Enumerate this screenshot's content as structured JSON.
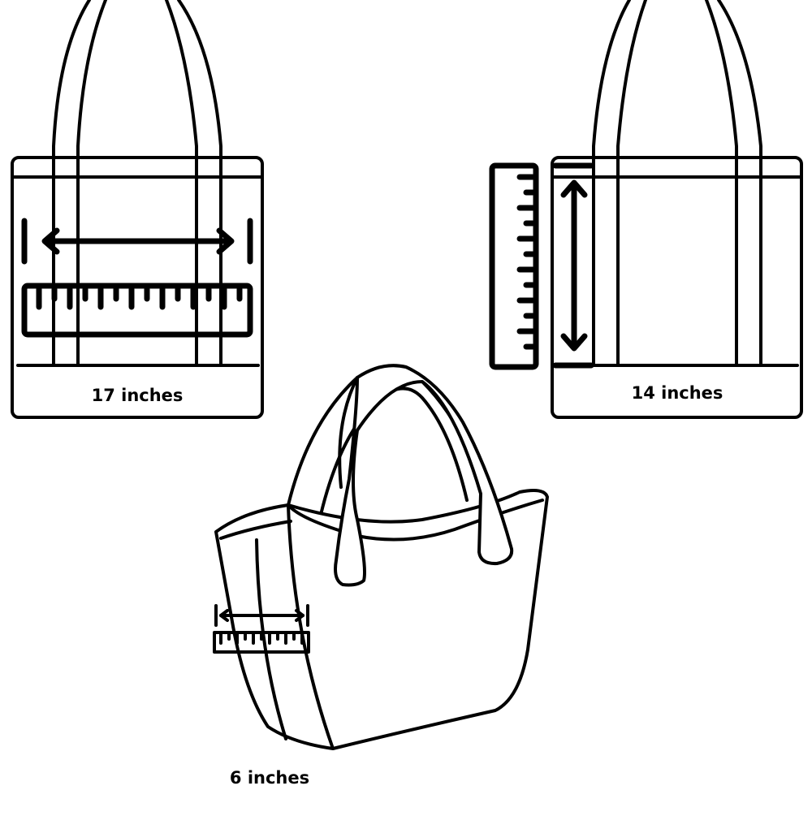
{
  "colors": {
    "stroke": "#000000",
    "fill": "#ffffff"
  },
  "front_view": {
    "dimension_label": "17 inches",
    "ruler_icon": "ruler-horizontal-icon",
    "arrow_icon": "double-arrow-horizontal-icon"
  },
  "side_view": {
    "dimension_label": "14 inches",
    "ruler_icon": "ruler-vertical-icon",
    "arrow_icon": "double-arrow-vertical-icon"
  },
  "perspective_view": {
    "dimension_label": "6 inches",
    "ruler_icon": "ruler-small-icon",
    "arrow_icon": "double-arrow-small-icon"
  }
}
